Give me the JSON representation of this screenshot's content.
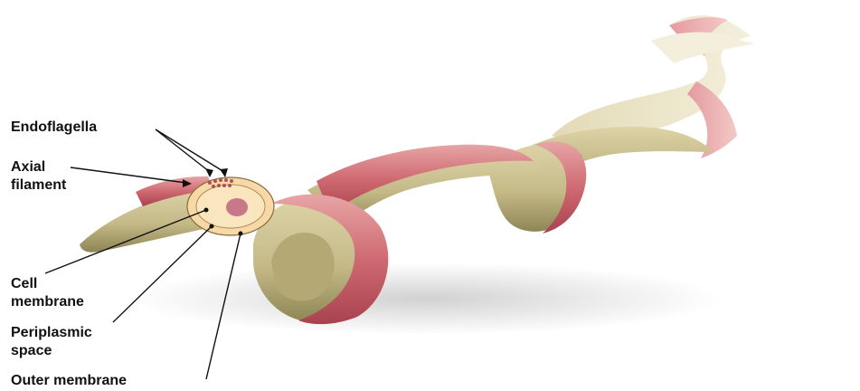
{
  "labels": {
    "endoflagella": "Endoflagella",
    "axial_line1": "Axial",
    "axial_line2": "filament",
    "cell_line1": "Cell",
    "cell_line2": "membrane",
    "periplasmic_line1": "Periplasmic",
    "periplasmic_line2": "space",
    "outer_membrane": "Outer membrane"
  },
  "colors": {
    "body_tan": "#c6bb8a",
    "body_tan_dark": "#8e8555",
    "body_cream": "#ece6c8",
    "filament_pink": "#cf6a72",
    "filament_pink_light": "#e7a5a5",
    "section_fill": "#f6d9a6",
    "core_fill": "#c9778a"
  }
}
